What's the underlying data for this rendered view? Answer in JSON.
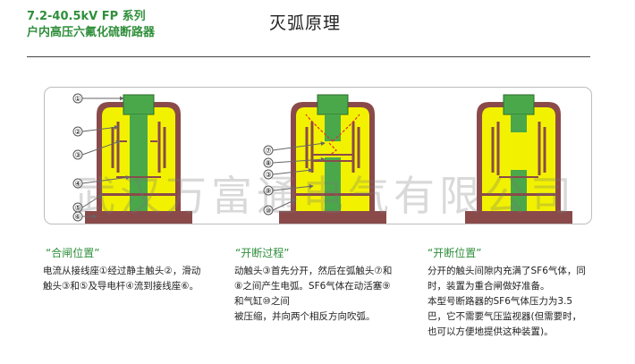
{
  "header": {
    "series_line": "7.2-40.5kV FP 系列",
    "product_line": "户内高压六氟化硫断路器",
    "title": "灭弧原理"
  },
  "watermark": "武汉万富通电气有限公司",
  "diagram1": {
    "labels": [
      "①",
      "②",
      "③",
      "④",
      "⑤",
      "⑥"
    ]
  },
  "diagram2": {
    "labels": [
      "⑦",
      "⑧",
      "③",
      "⑨",
      "⑩"
    ]
  },
  "sections": [
    {
      "caption": "“合闸位置”",
      "lines": [
        "电流从接线座①经过静主触头②，滑动",
        "触头③和⑤及导电杆④流到接线座⑥。"
      ]
    },
    {
      "caption": "“开断过程”",
      "lines": [
        "动触头③首先分开，然后在弧触头⑦和",
        "⑧之间产生电弧。SF6气体在动活塞⑨",
        "和气缸⑩之间",
        "被压缩，并向两个相反方向吹弧。"
      ]
    },
    {
      "caption": "“开断位置”",
      "lines": [
        "分开的触头间隙内充满了SF6气体，同",
        "时，装置为重合闸做好准备。",
        "本型号断路器的SF6气体压力为3.5",
        "巴，它不需要气压监视器(但需要时，",
        "也可以方便地提供这种装置)。"
      ]
    }
  ],
  "colors": {
    "housing": "#8b4a4a",
    "gas": "#f2f200",
    "conductor": "#4aa84a",
    "accent_green": "#2f8f3b",
    "arc": "#e03030"
  }
}
